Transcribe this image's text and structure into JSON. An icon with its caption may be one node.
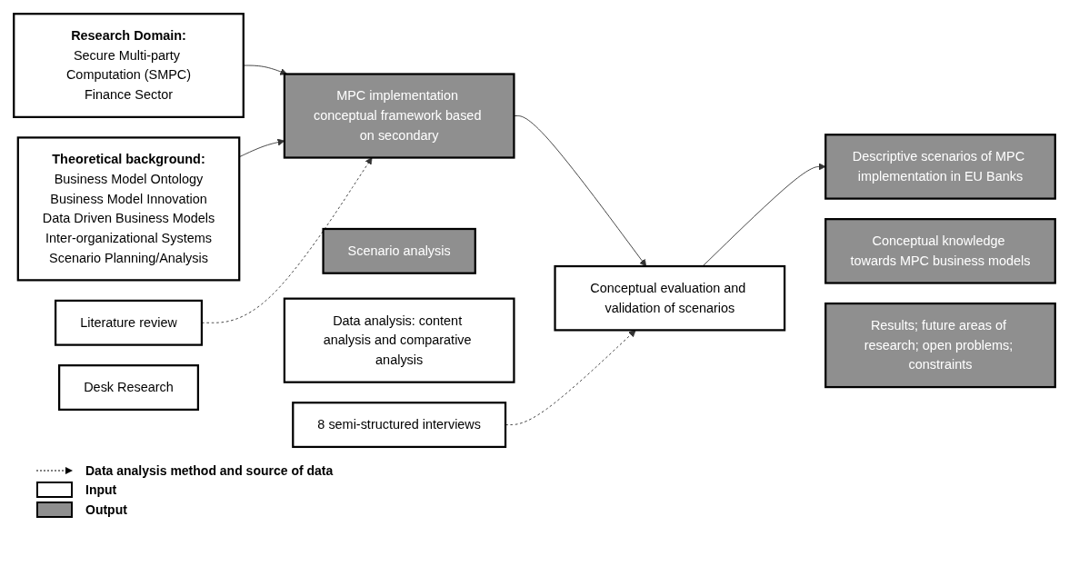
{
  "diagram": {
    "nodes": [
      {
        "text": [
          "Theoretical background:",
          "Business Model Ontology",
          "Business Model Innovation",
          "Data Driven Business Models",
          "Inter-organizational Systems",
          "Scenario Planning/Analysis"
        ]
      },
      {
        "text": [
          "Research Domain:",
          "Secure Multi-party Computation (SMPC)",
          "Finance Sector"
        ]
      },
      {
        "text": [
          "Desk Research"
        ]
      },
      {
        "text": [
          "Literature review"
        ]
      },
      {
        "text": [
          "MPC implementation conceptual framework based on secondary"
        ]
      },
      {
        "text": [
          "Scenario analysis"
        ]
      },
      {
        "text": [
          "Data analysis: content analysis and comparative analysis"
        ]
      },
      {
        "text": [
          "8 semi-structured interviews"
        ]
      },
      {
        "text": [
          "Conceptual evaluation and validation of scenarios"
        ]
      },
      {
        "text": [
          "Conceptual knowledge towards MPC business models"
        ]
      },
      {
        "text": [
          "Descriptive scenarios of MPC implementation in EU Banks"
        ]
      },
      {
        "text": [
          "Results; future areas of research; open problems; constraints"
        ]
      }
    ],
    "edges": [
      {
        "from": 0,
        "to": 4,
        "arrow": "to"
      },
      {
        "from": 1,
        "to": 4,
        "arrow": "to"
      },
      {
        "from": 3,
        "to": 4,
        "arrow": "to",
        "style": "dashed"
      },
      {
        "from": 4,
        "to": 8,
        "arrow": "to"
      },
      {
        "from": 7,
        "to": 8,
        "arrow": "to",
        "style": "dashed"
      },
      {
        "from": 8,
        "to": 10,
        "arrow": "to"
      }
    ],
    "legend": [
      {
        "text": "Data analysis method and source of data"
      },
      {
        "text": "Input",
        "color": "#ffffff"
      },
      {
        "text": "Output",
        "color": "#8f8f8f"
      }
    ]
  }
}
